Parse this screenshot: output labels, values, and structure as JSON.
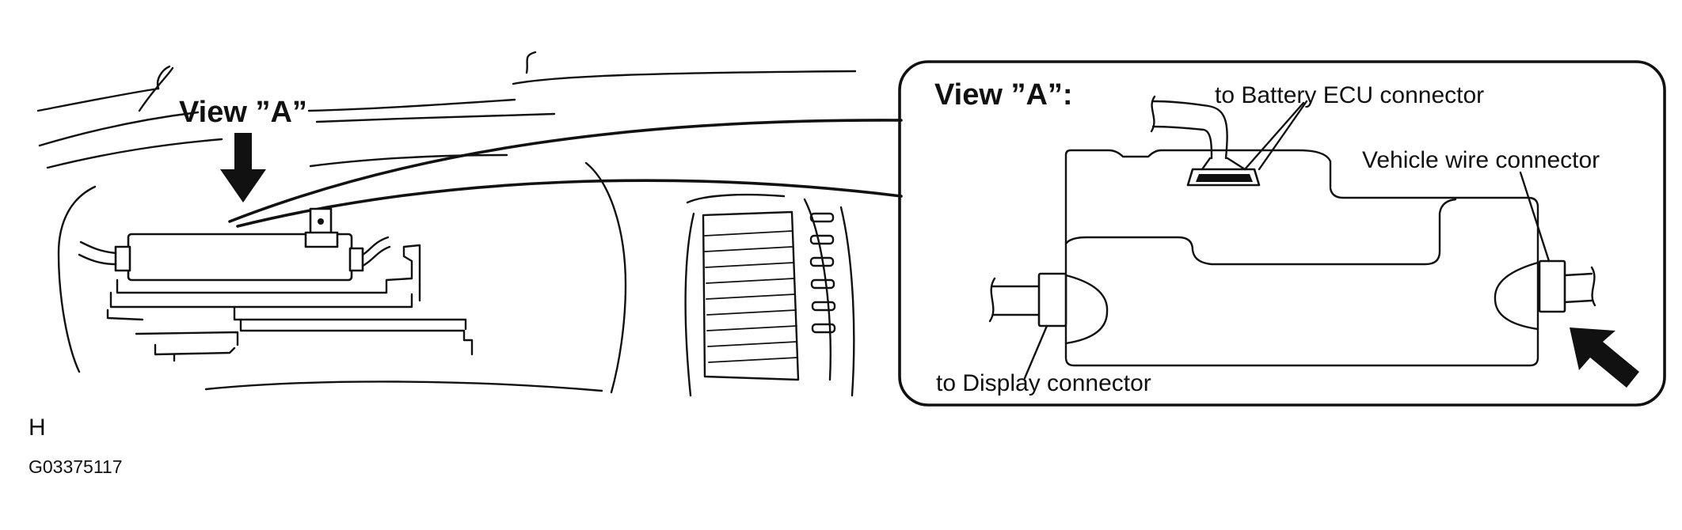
{
  "overview": {
    "view_label": "View ”A”"
  },
  "detail": {
    "view_label": "View ”A”:",
    "callouts": [
      "to Battery ECU connector",
      "Vehicle wire connector",
      "to Display connector"
    ]
  },
  "footer": {
    "section_letter": "H",
    "figure_code": "G03375117"
  },
  "colors": {
    "ink": "#111111",
    "paper": "#ffffff"
  },
  "icons": {
    "overview_arrow": "down-arrow-icon",
    "detail_arrow": "diagonal-arrow-icon"
  }
}
